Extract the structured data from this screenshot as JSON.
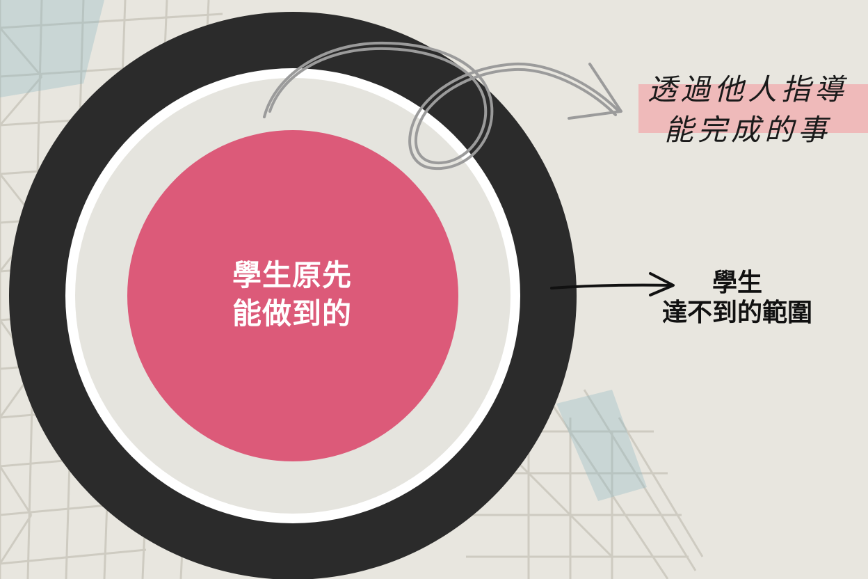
{
  "diagram": {
    "inner_label_line1": "學生原先",
    "inner_label_line2": "能做到的",
    "outer_label_line1": "學生",
    "outer_label_line2": "達不到的範圍",
    "middle_label_line1": "透過他人指導",
    "middle_label_line2": "能完成的事"
  },
  "colors": {
    "background": "#e8e6df",
    "outer_ring": "#2b2b2b",
    "white_ring": "#ffffff",
    "middle_zone": "#e5e4de",
    "inner_circle": "#dc5a79",
    "highlight": "#efb5b6",
    "arrow_gray": "#9b9b9b",
    "arrow_black": "#111111"
  }
}
